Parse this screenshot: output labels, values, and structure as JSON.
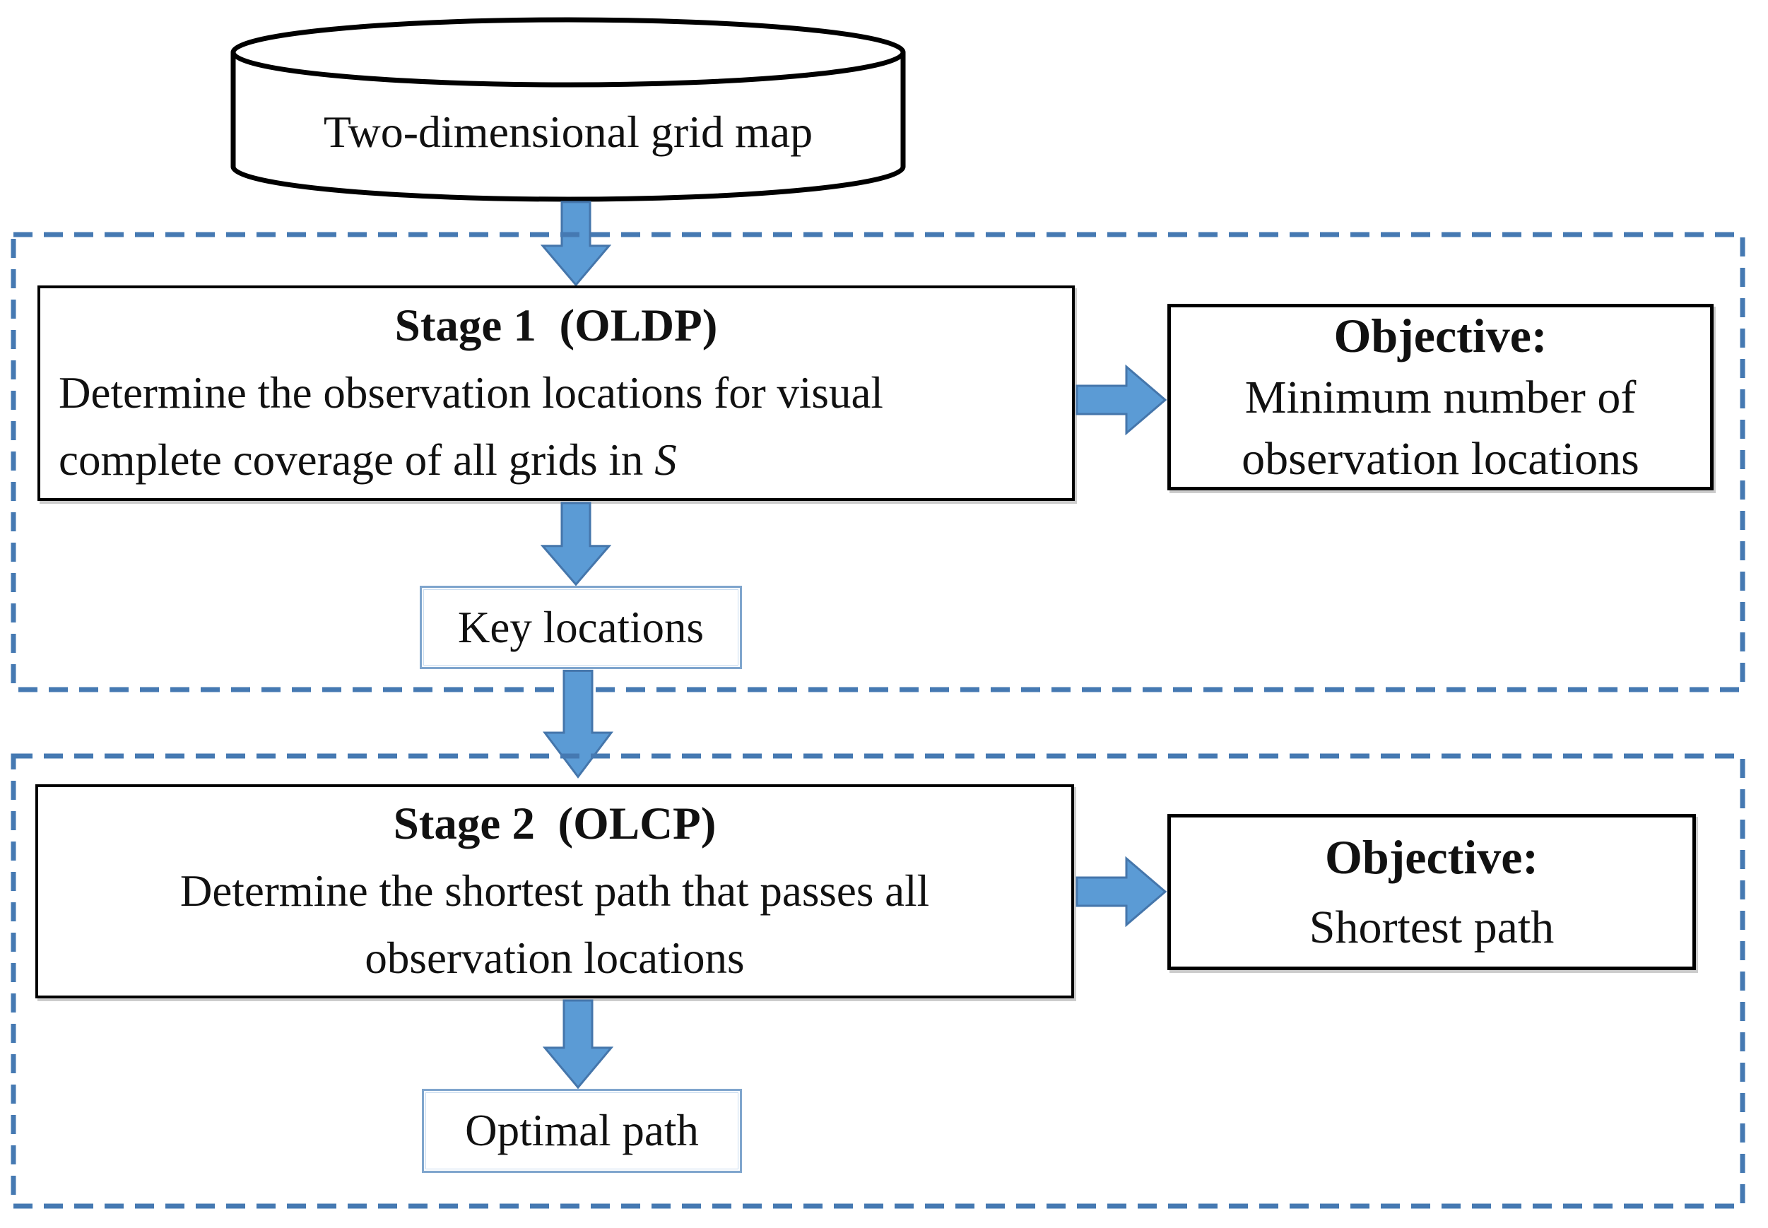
{
  "cylinder": {
    "label": "Two-dimensional grid map"
  },
  "region1": {
    "stage_box": {
      "title": "Stage 1  (OLDP)",
      "line1": "Determine the observation locations for visual",
      "line2_prefix": "complete coverage of all grids in ",
      "line2_italic": "S"
    },
    "objective_box": {
      "title": "Objective:",
      "line1": "Minimum number of",
      "line2": "observation locations"
    },
    "output_box": {
      "label": "Key locations"
    }
  },
  "region2": {
    "stage_box": {
      "title": "Stage 2  (OLCP)",
      "line1": "Determine the shortest path that passes all",
      "line2": "observation locations"
    },
    "objective_box": {
      "title": "Objective:",
      "line1": "Shortest path"
    },
    "output_box": {
      "label": "Optimal path"
    }
  },
  "colors": {
    "arrow_fill": "#5b9bd5",
    "arrow_stroke": "#4576ab",
    "dash": "#4579b2",
    "box_border": "#000000",
    "light_box_border": "#7fa5cd"
  }
}
